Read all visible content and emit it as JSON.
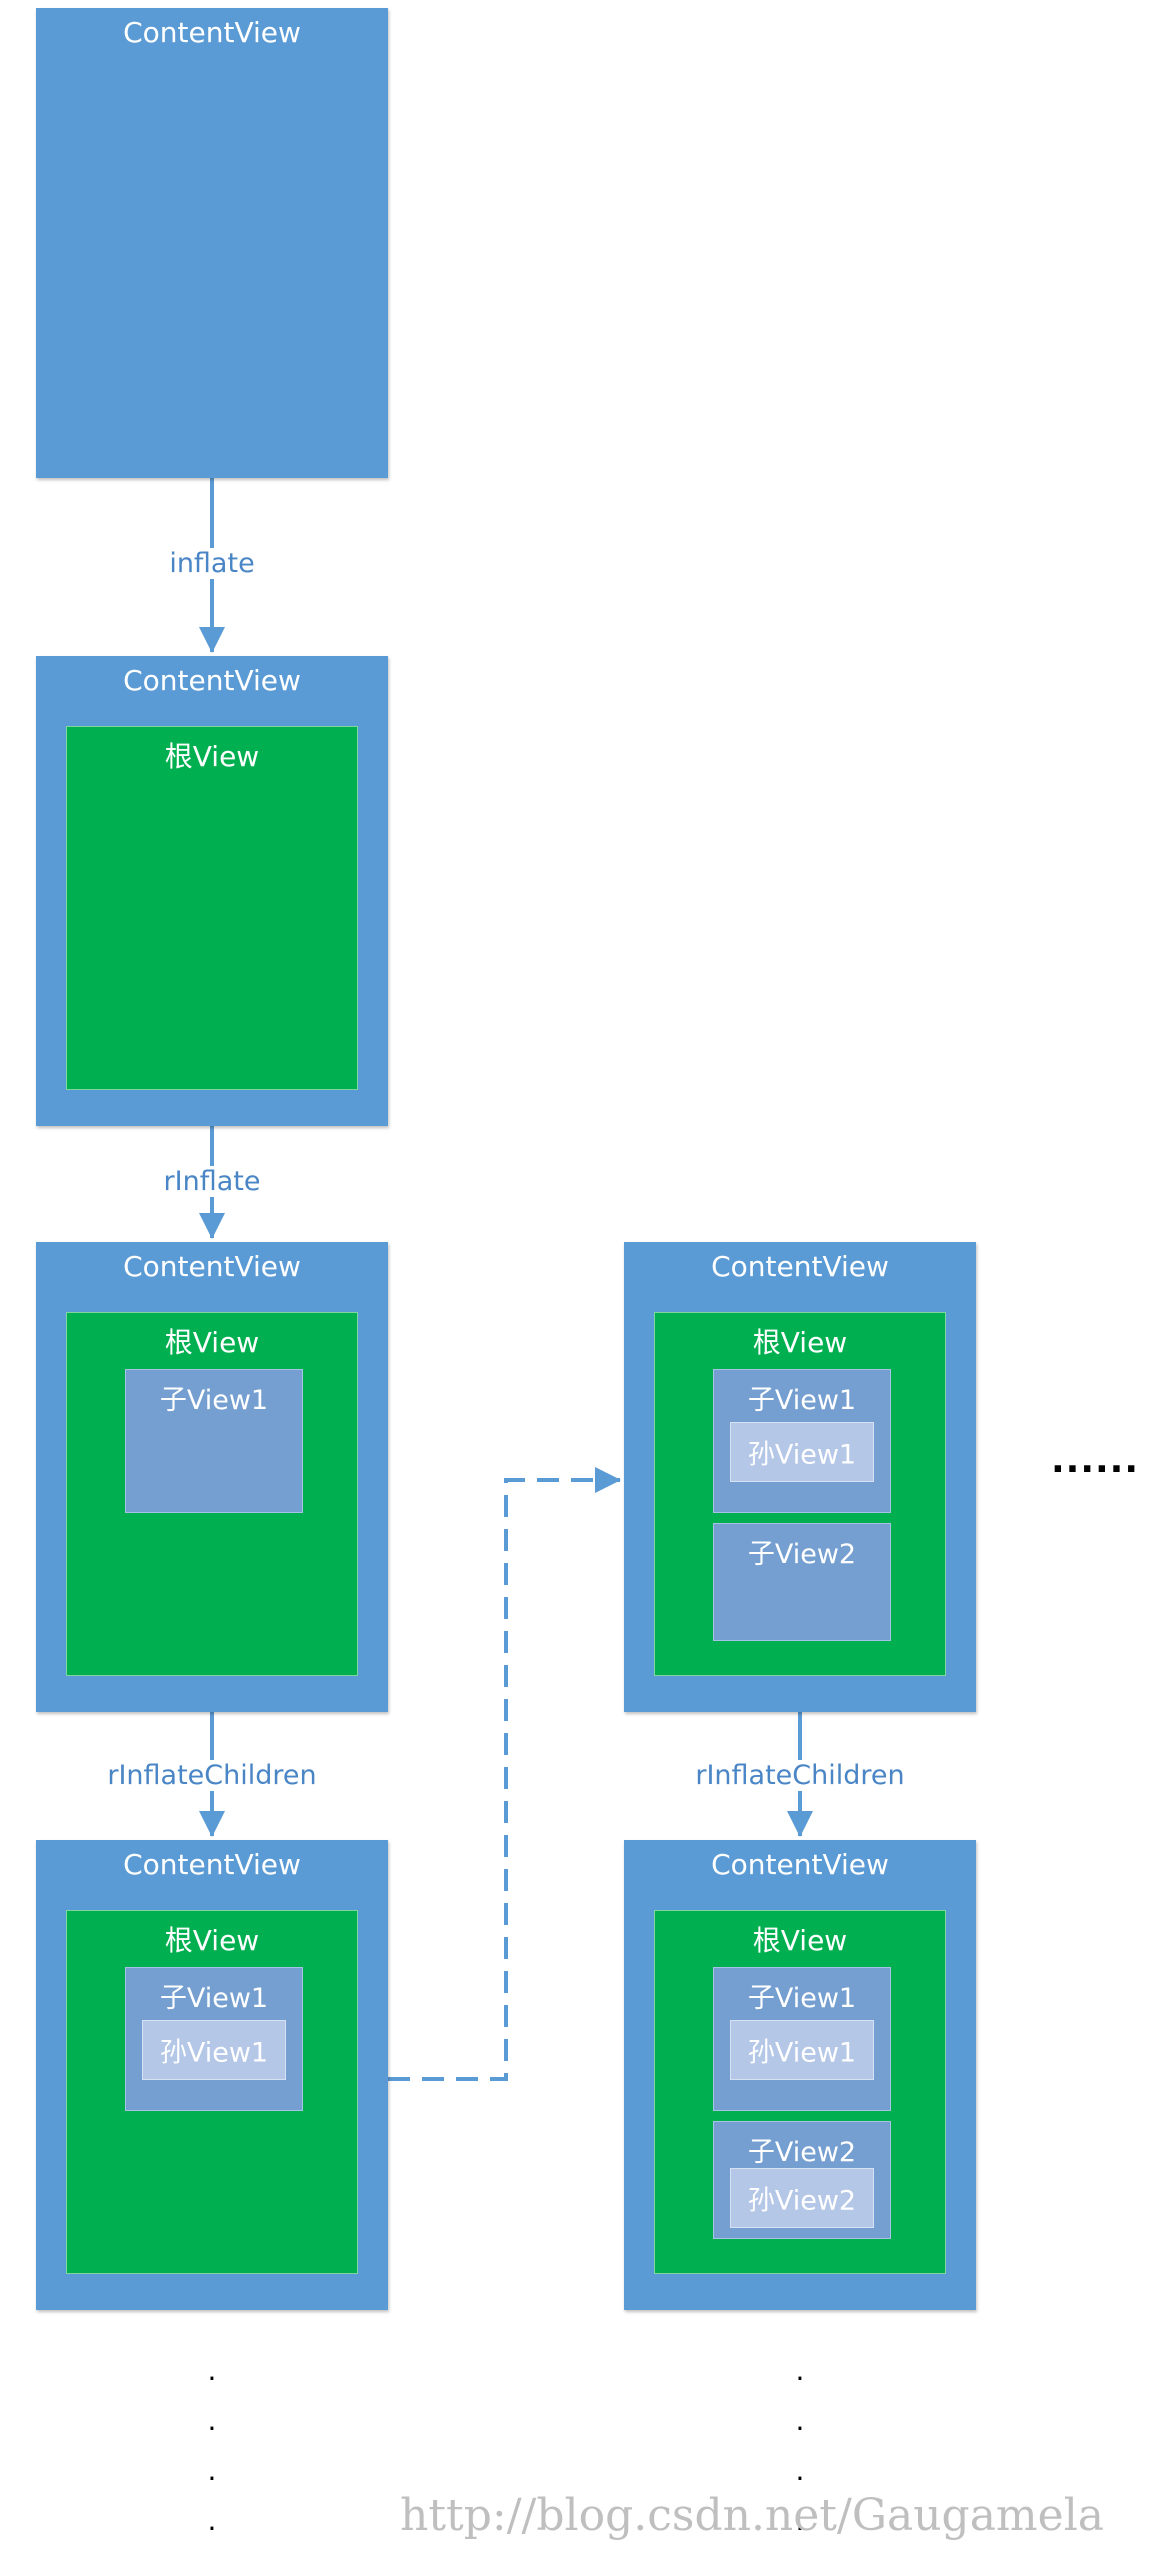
{
  "labels": {
    "content_view": "ContentView",
    "root_view": "根View",
    "child_view_1": "子View1",
    "child_view_2": "子View2",
    "grand_view_1": "孙View1",
    "grand_view_2": "孙View2"
  },
  "edges": {
    "inflate": "inflate",
    "r_inflate": "rInflate",
    "r_inflate_children_left": "rInflateChildren",
    "r_inflate_children_right": "rInflateChildren"
  },
  "ellipsis": "......",
  "continuation_dot": ".",
  "watermark": "http://blog.csdn.net/Gaugamela",
  "colors": {
    "content_view": "#5b9bd5",
    "root_view": "#00b050",
    "child_view": "#759fd0",
    "grand_view": "#b4c7e7",
    "arrow": "#5b9bd5"
  }
}
